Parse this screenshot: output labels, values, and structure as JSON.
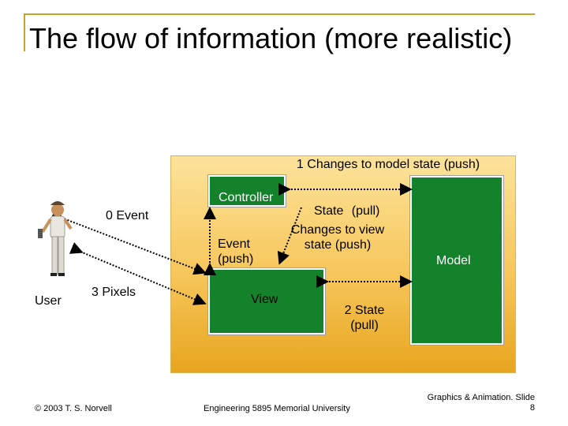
{
  "title": "The flow of information (more realistic)",
  "diagram": {
    "boxes": {
      "controller": "Controller",
      "view": "View",
      "model": "Model"
    },
    "labels": {
      "changes_to_model": "1 Changes to model state (push)",
      "state_pull_top": "State (pull)",
      "changes_to_view": "Changes to view state (push)",
      "event_push": "Event (push)",
      "state_pull_bottom": "2 State (pull)",
      "event_zero": "0 Event",
      "pixels": "3 Pixels",
      "user": "User"
    }
  },
  "footer": {
    "copyright": "© 2003 T. S. Norvell",
    "institution": "Engineering 5895 Memorial University",
    "slide_title": "Graphics & Animation. Slide",
    "slide_number": "8"
  }
}
